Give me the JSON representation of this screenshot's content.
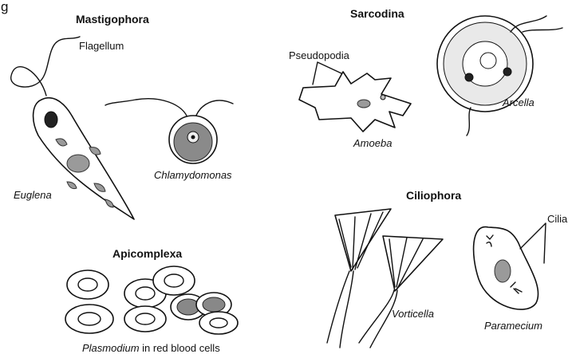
{
  "groups": {
    "mastigophora": {
      "heading": "Mastigophora",
      "flagellum": "Flagellum",
      "euglena": "Euglena",
      "chlamydomonas": "Chlamydomonas"
    },
    "sarcodina": {
      "heading": "Sarcodina",
      "pseudopodia": "Pseudopodia",
      "amoeba": "Amoeba",
      "arcella": "Arcella"
    },
    "ciliophora": {
      "heading": "Ciliophora",
      "cilia": "Cilia",
      "vorticella": "Vorticella",
      "paramecium": "Paramecium"
    },
    "apicomplexa": {
      "heading": "Apicomplexa",
      "plasmodium_genus": "Plasmodium",
      "plasmodium_rest": " in red blood cells"
    }
  },
  "top_partial_text": "g"
}
